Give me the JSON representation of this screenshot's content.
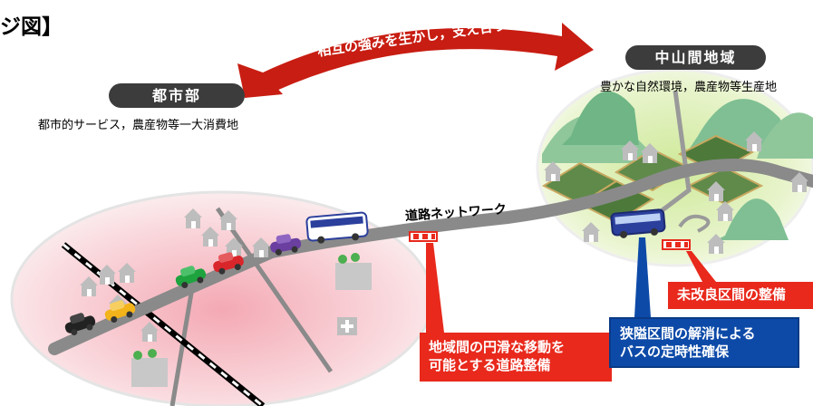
{
  "title_fragment": "ジ図】",
  "arrow_label": "相互の強みを生かし，支え合う",
  "urban": {
    "label": "都市部",
    "description": "都市的サービス，農産物等一大消費地"
  },
  "rural": {
    "label": "中山間地域",
    "description": "豊かな自然環境，農産物等生産地"
  },
  "road_label": "道路ネットワーク",
  "callouts": {
    "smooth_travel": [
      "地域間の円滑な移動を",
      "可能とする道路整備"
    ],
    "bus_punctuality": [
      "狭隘区間の解消による",
      "バスの定時性確保"
    ],
    "unimproved": "未改良区間の整備"
  },
  "colors": {
    "arrow": "#c81d12",
    "urban_area": "#f7c9cf",
    "rural_area": "#e2f2bf",
    "road": "#8a8a8a",
    "callout_red": "#e8291c",
    "callout_blue": "#0d4aa8"
  }
}
